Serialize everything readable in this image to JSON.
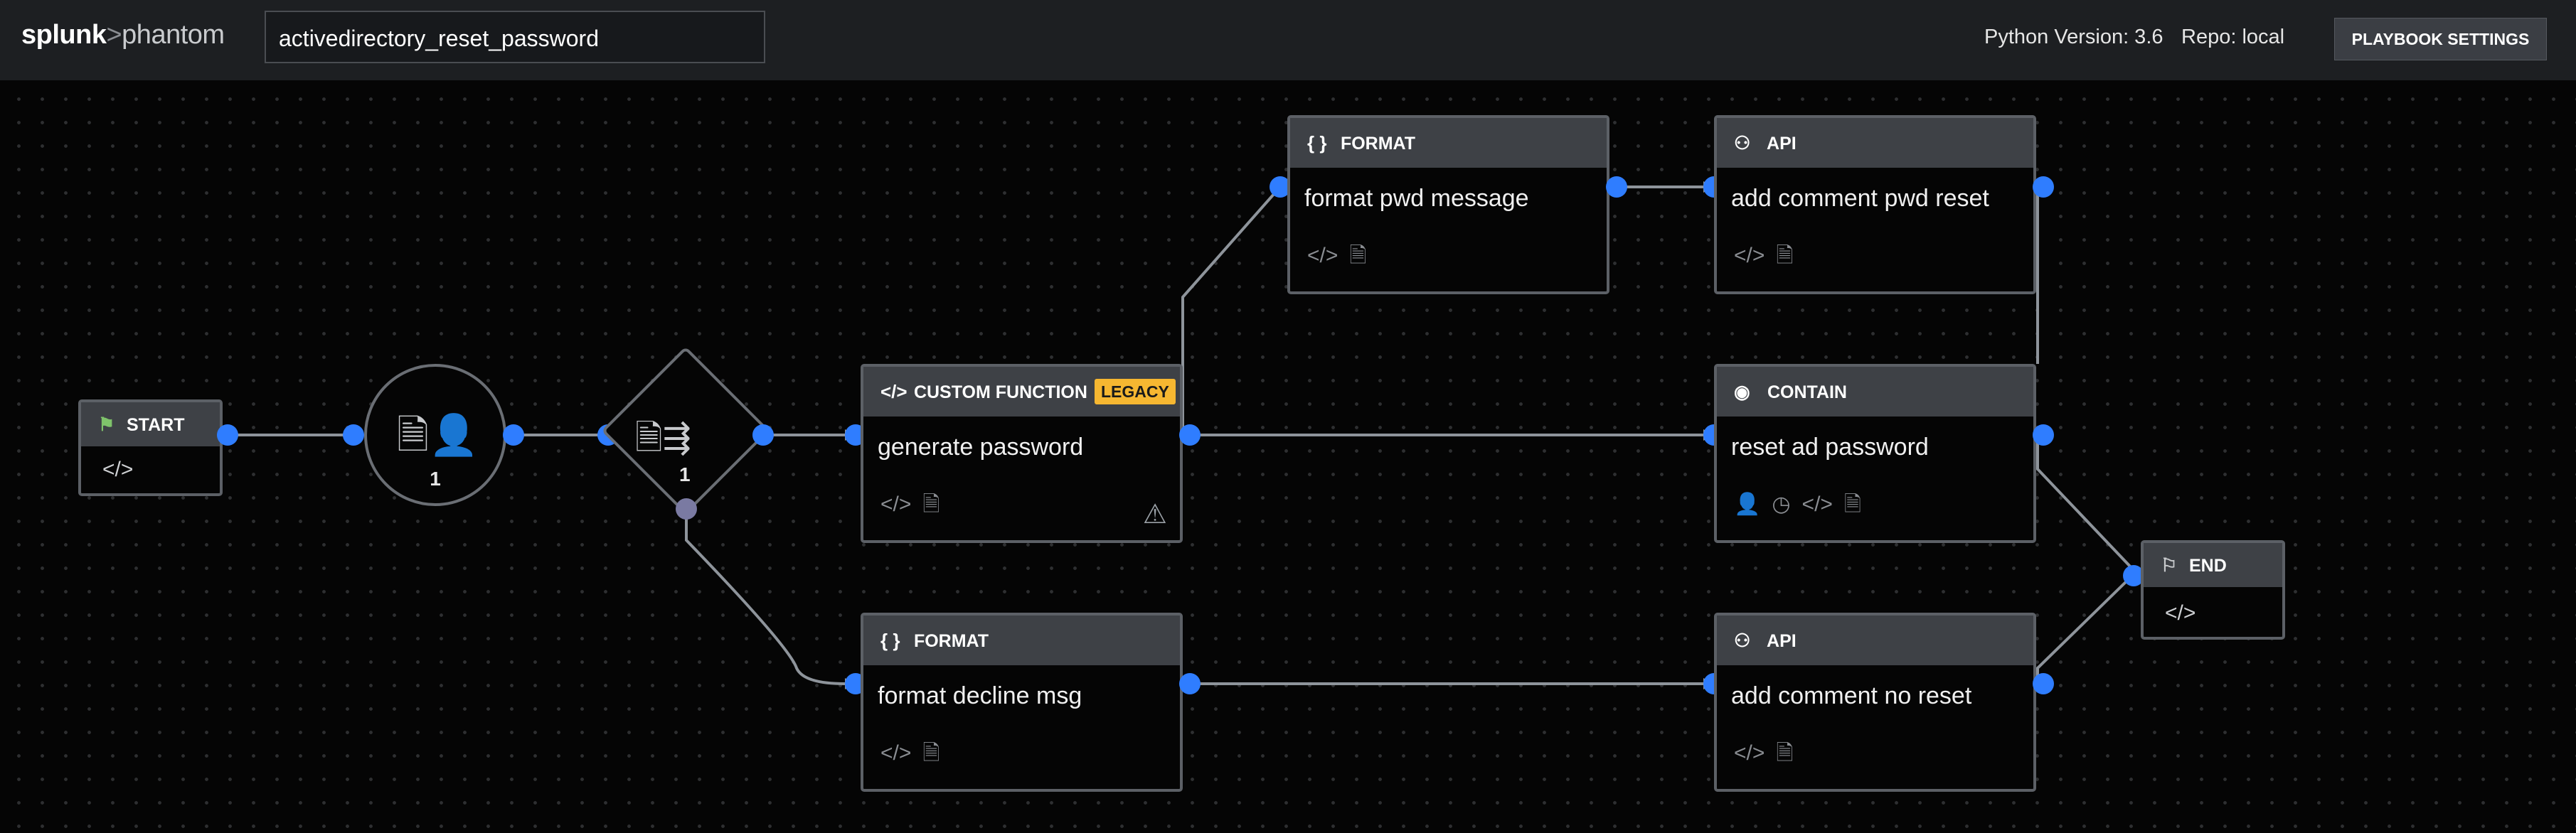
{
  "header": {
    "logo_main": "splunk",
    "logo_sep": ">",
    "logo_product": "phantom",
    "playbook_name": "activedirectory_reset_password",
    "python_version": "Python Version: 3.6",
    "repo": "Repo: local",
    "settings_label": "PLAYBOOK SETTINGS"
  },
  "nodes": {
    "start": {
      "type": "START",
      "icon": "flag-icon"
    },
    "prompt": {
      "count": "1",
      "icon": "user-check-icon"
    },
    "decision": {
      "count": "1",
      "icon": "branch-icon"
    },
    "custom_function": {
      "type": "CUSTOM FUNCTION",
      "badge": "LEGACY",
      "name": "generate password",
      "icon": "code-icon"
    },
    "format_pwd": {
      "type": "FORMAT",
      "name": "format pwd message",
      "icon": "braces-icon"
    },
    "api_pwd": {
      "type": "API",
      "name": "add comment pwd reset",
      "icon": "api-icon"
    },
    "contain": {
      "type": "CONTAIN",
      "name": "reset ad password",
      "icon": "contain-icon"
    },
    "format_decline": {
      "type": "FORMAT",
      "name": "format decline msg",
      "icon": "braces-icon"
    },
    "api_no_reset": {
      "type": "API",
      "name": "add comment no reset",
      "icon": "api-icon"
    },
    "end": {
      "type": "END",
      "icon": "checkered-flag-icon"
    }
  },
  "colors": {
    "port": "#2f7dff",
    "port_decision_bottom": "#7a7aa2",
    "legacy_badge": "#f6b731",
    "node_header": "#3e4146",
    "edge": "#8e949b"
  }
}
